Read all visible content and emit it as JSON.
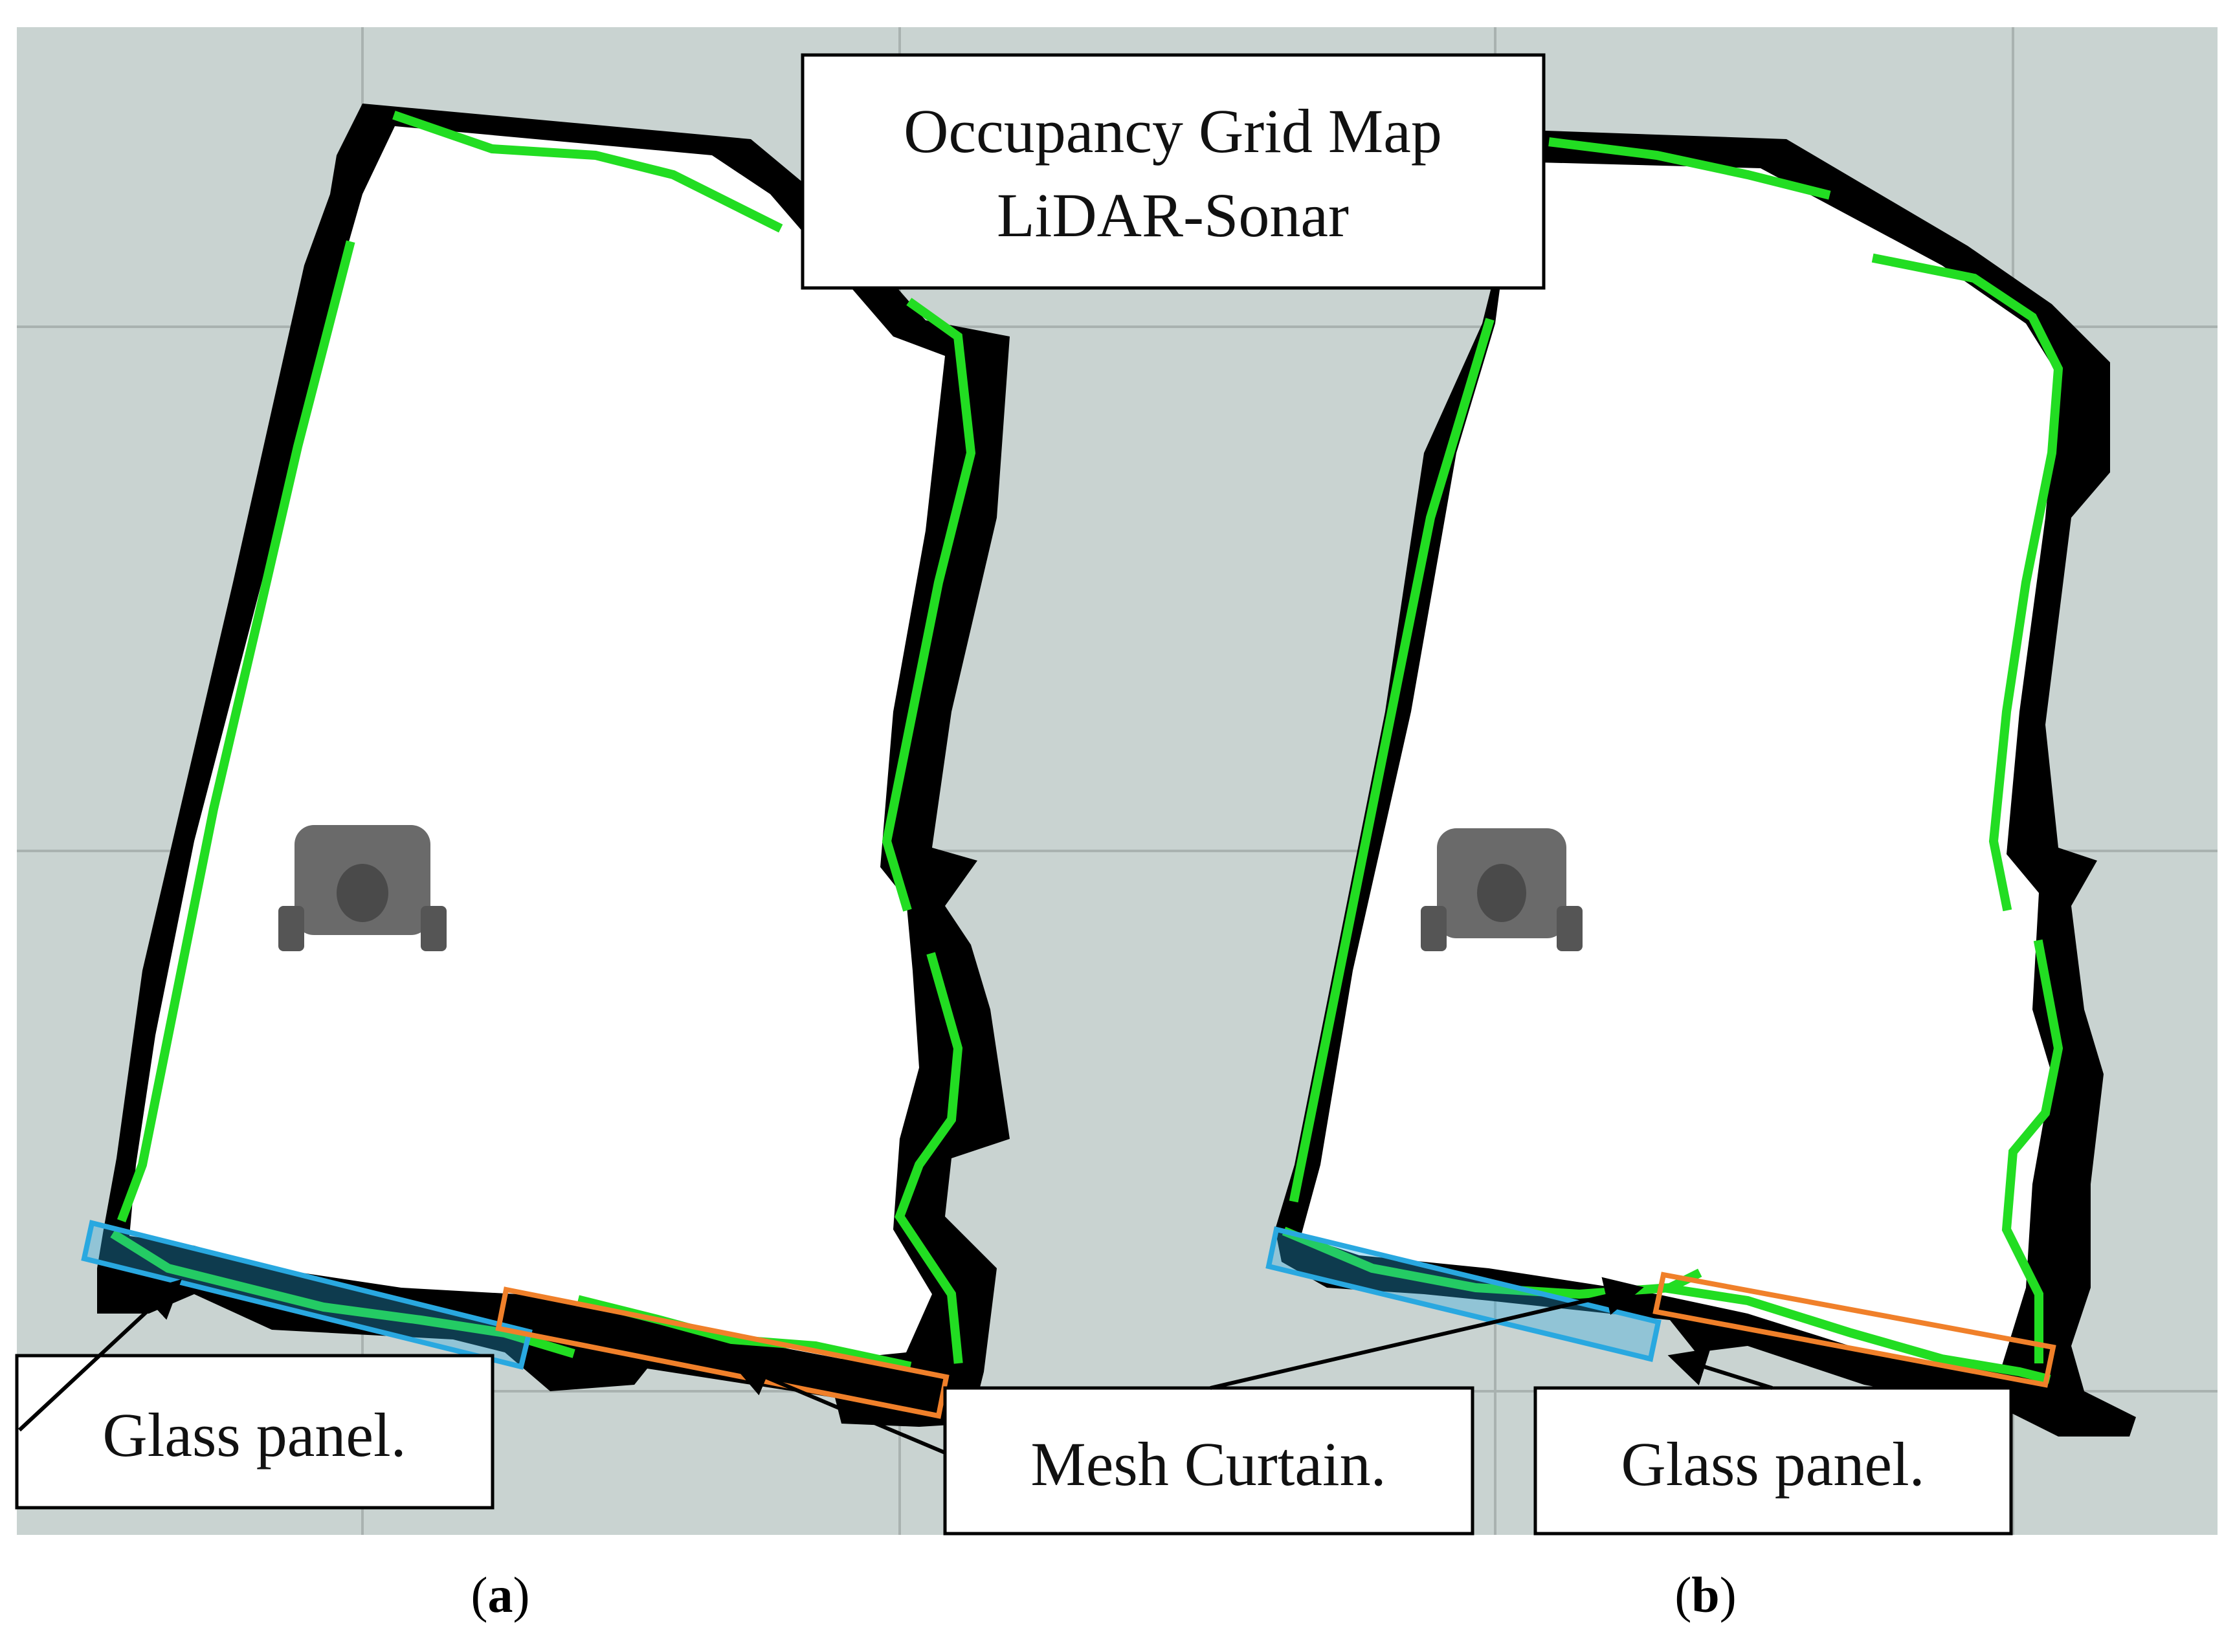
{
  "figure": {
    "title_line1": "Occupancy Grid Map",
    "title_line2": "LiDAR-Sonar"
  },
  "panels": [
    {
      "id": "a",
      "caption_letter": "a",
      "labels": {
        "glass_panel": "Glass panel.",
        "mesh_curtain": "Mesh Curtain."
      }
    },
    {
      "id": "b",
      "caption_letter": "b",
      "labels": {
        "glass_panel": "Glass panel."
      }
    }
  ],
  "legend_colors": {
    "occupied_cell": "#000000",
    "free_space": "#ffffff",
    "unknown_space": "#c9d3d1",
    "grid_line": "#a9b2b0",
    "lidar_scan": "#22dd22",
    "robot": "#6a6a6a",
    "glass_panel_highlight": "#29a8e0",
    "mesh_curtain_highlight": "#f0802a"
  }
}
